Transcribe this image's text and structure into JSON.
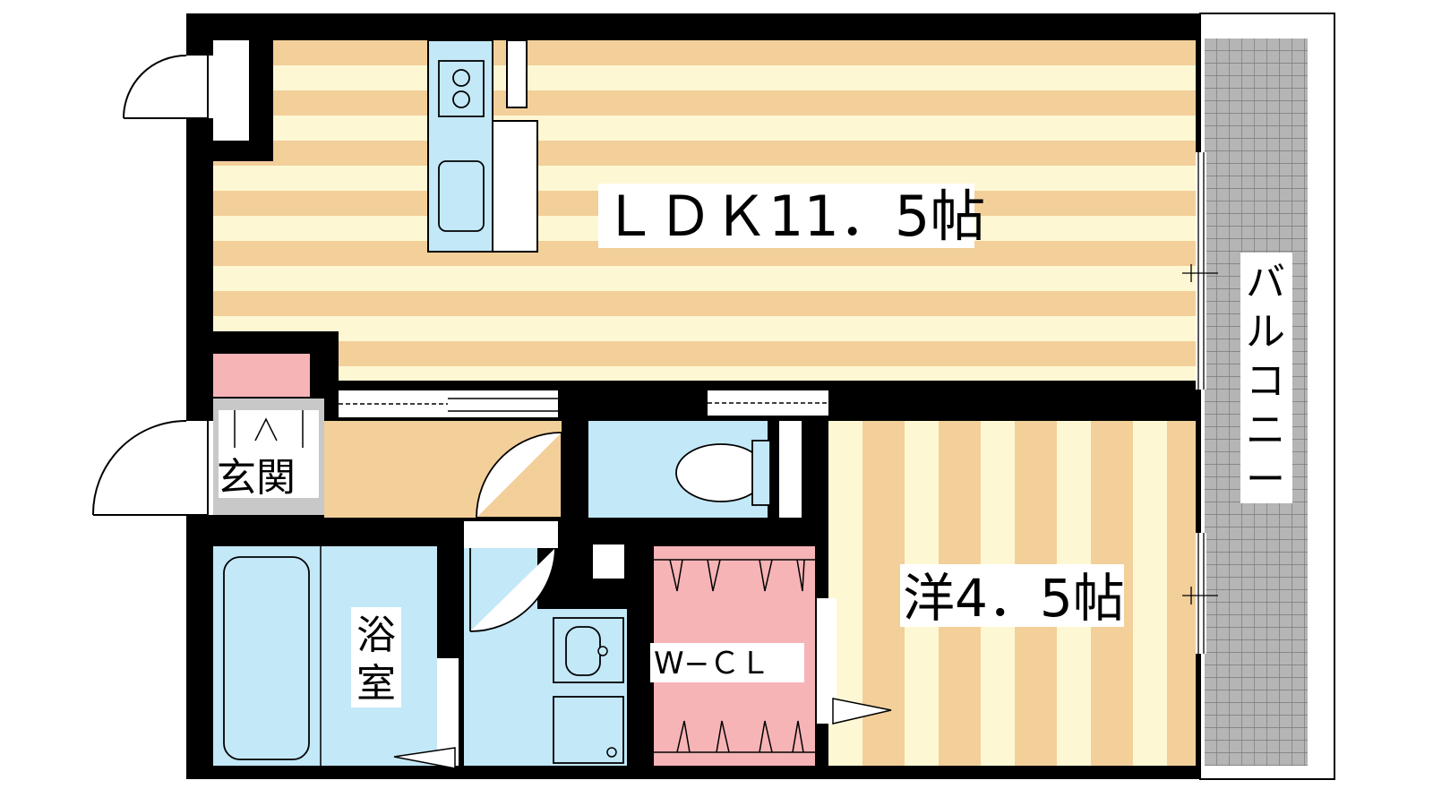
{
  "rooms": {
    "ldk": {
      "label": "ＬＤＫ11．5帖"
    },
    "western": {
      "label": "洋4．5帖"
    },
    "entrance": {
      "label": "玄関"
    },
    "bath": {
      "label": [
        "浴",
        "室"
      ]
    },
    "wcl": {
      "label": "W−ＣＬ"
    },
    "balcony": {
      "label": [
        "バ",
        "ル",
        "コ",
        "ニ",
        "ー"
      ]
    }
  },
  "colors": {
    "wall": "#000000",
    "stripe_tan": "#f3cf9a",
    "stripe_cream": "#fdf8d3",
    "wet_area": "#c3e8f8",
    "closet": "#f6b4b6",
    "balcony_grid": "#b5b5b5",
    "shoe_box": "#f6b4b6",
    "hallway": "#f3cf9a"
  }
}
